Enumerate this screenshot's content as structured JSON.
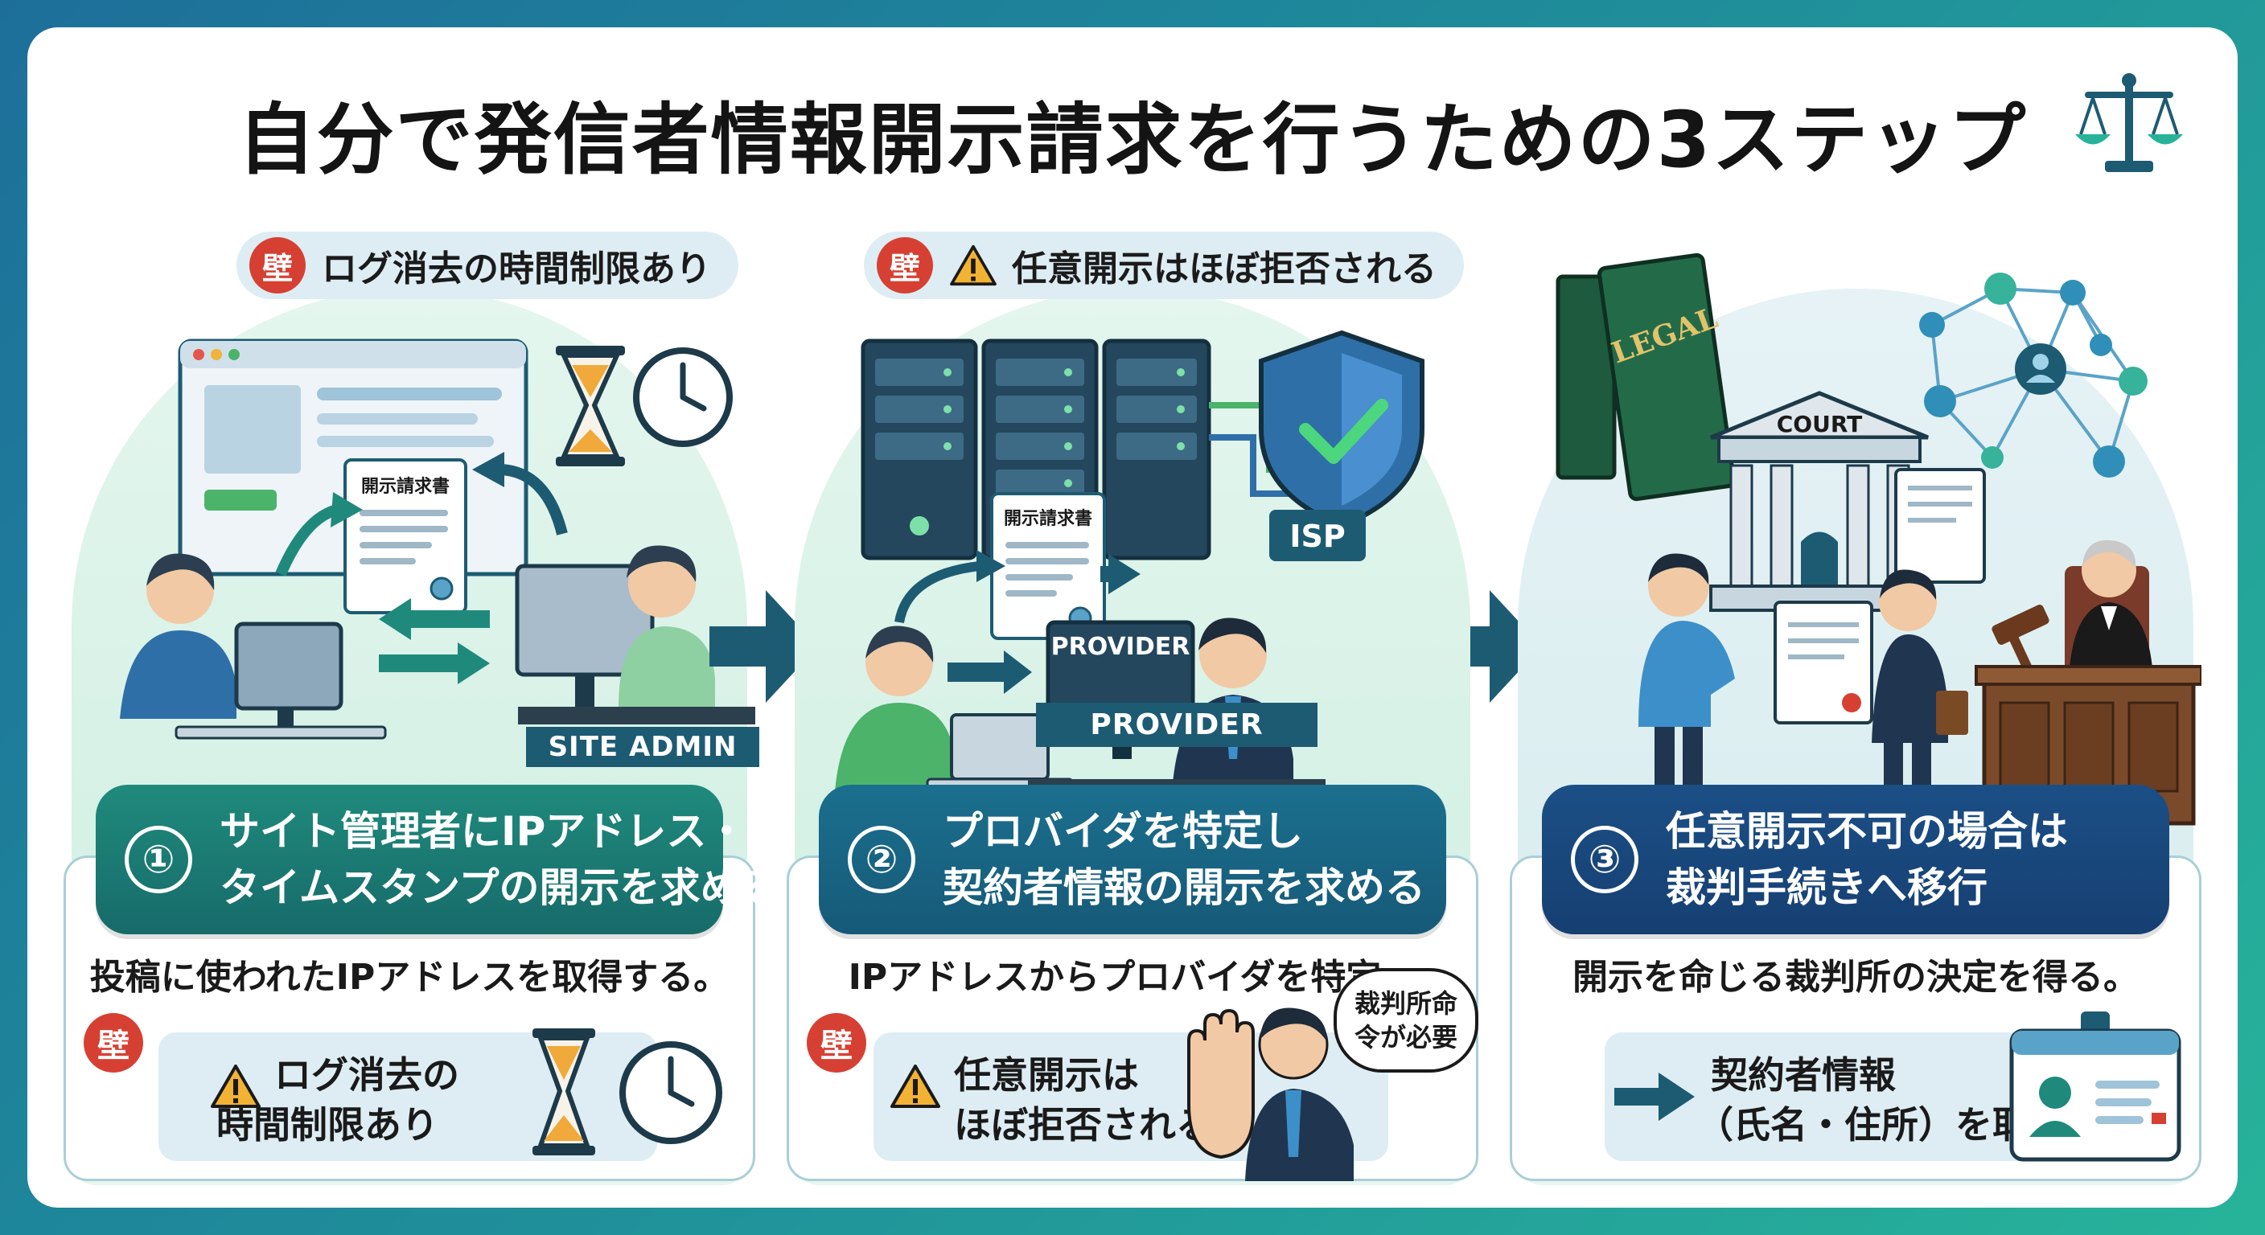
{
  "title": "自分で発信者情報開示請求を行うための3ステップ",
  "icons": {
    "top_right": "scales-of-justice-icon",
    "warning": "warning-icon",
    "hourglass": "hourglass-icon",
    "clock": "clock-icon"
  },
  "colors": {
    "wall_badge": "#d64032",
    "step1_banner": "#1f8a7c",
    "step2_banner": "#1b6f8e",
    "step3_banner": "#1b4f86"
  },
  "wall_label": "壁",
  "steps": [
    {
      "top_wall": "ログ消去の時間制限あり",
      "document_label": "開示請求書",
      "plate_label": "SITE ADMIN",
      "number": "①",
      "banner_line1": "サイト管理者にIPアドレス・",
      "banner_line2": "タイムスタンプの開示を求める",
      "description": "投稿に使われたIPアドレスを取得する。",
      "bottom_line1": "ログ消去の",
      "bottom_line2": "時間制限あり"
    },
    {
      "top_wall": "任意開示はほぼ拒否される",
      "document_label": "開示請求書",
      "isp_label": "ISP",
      "monitor_label": "PROVIDER",
      "plate_label": "PROVIDER",
      "number": "②",
      "banner_line1": "プロバイダを特定し",
      "banner_line2": "契約者情報の開示を求める",
      "description": "IPアドレスからプロバイダを特定。",
      "bottom_line1": "任意開示は",
      "bottom_line2": "ほぼ拒否される",
      "speech_line1": "裁判所命",
      "speech_line2": "令が必要"
    },
    {
      "book_label": "LEGAL",
      "court_label": "COURT",
      "number": "③",
      "banner_line1": "任意開示不可の場合は",
      "banner_line2": "裁判手続きへ移行",
      "description": "開示を命じる裁判所の決定を得る。",
      "bottom_line1": "契約者情報",
      "bottom_line2": "（氏名・住所）を取得"
    }
  ]
}
